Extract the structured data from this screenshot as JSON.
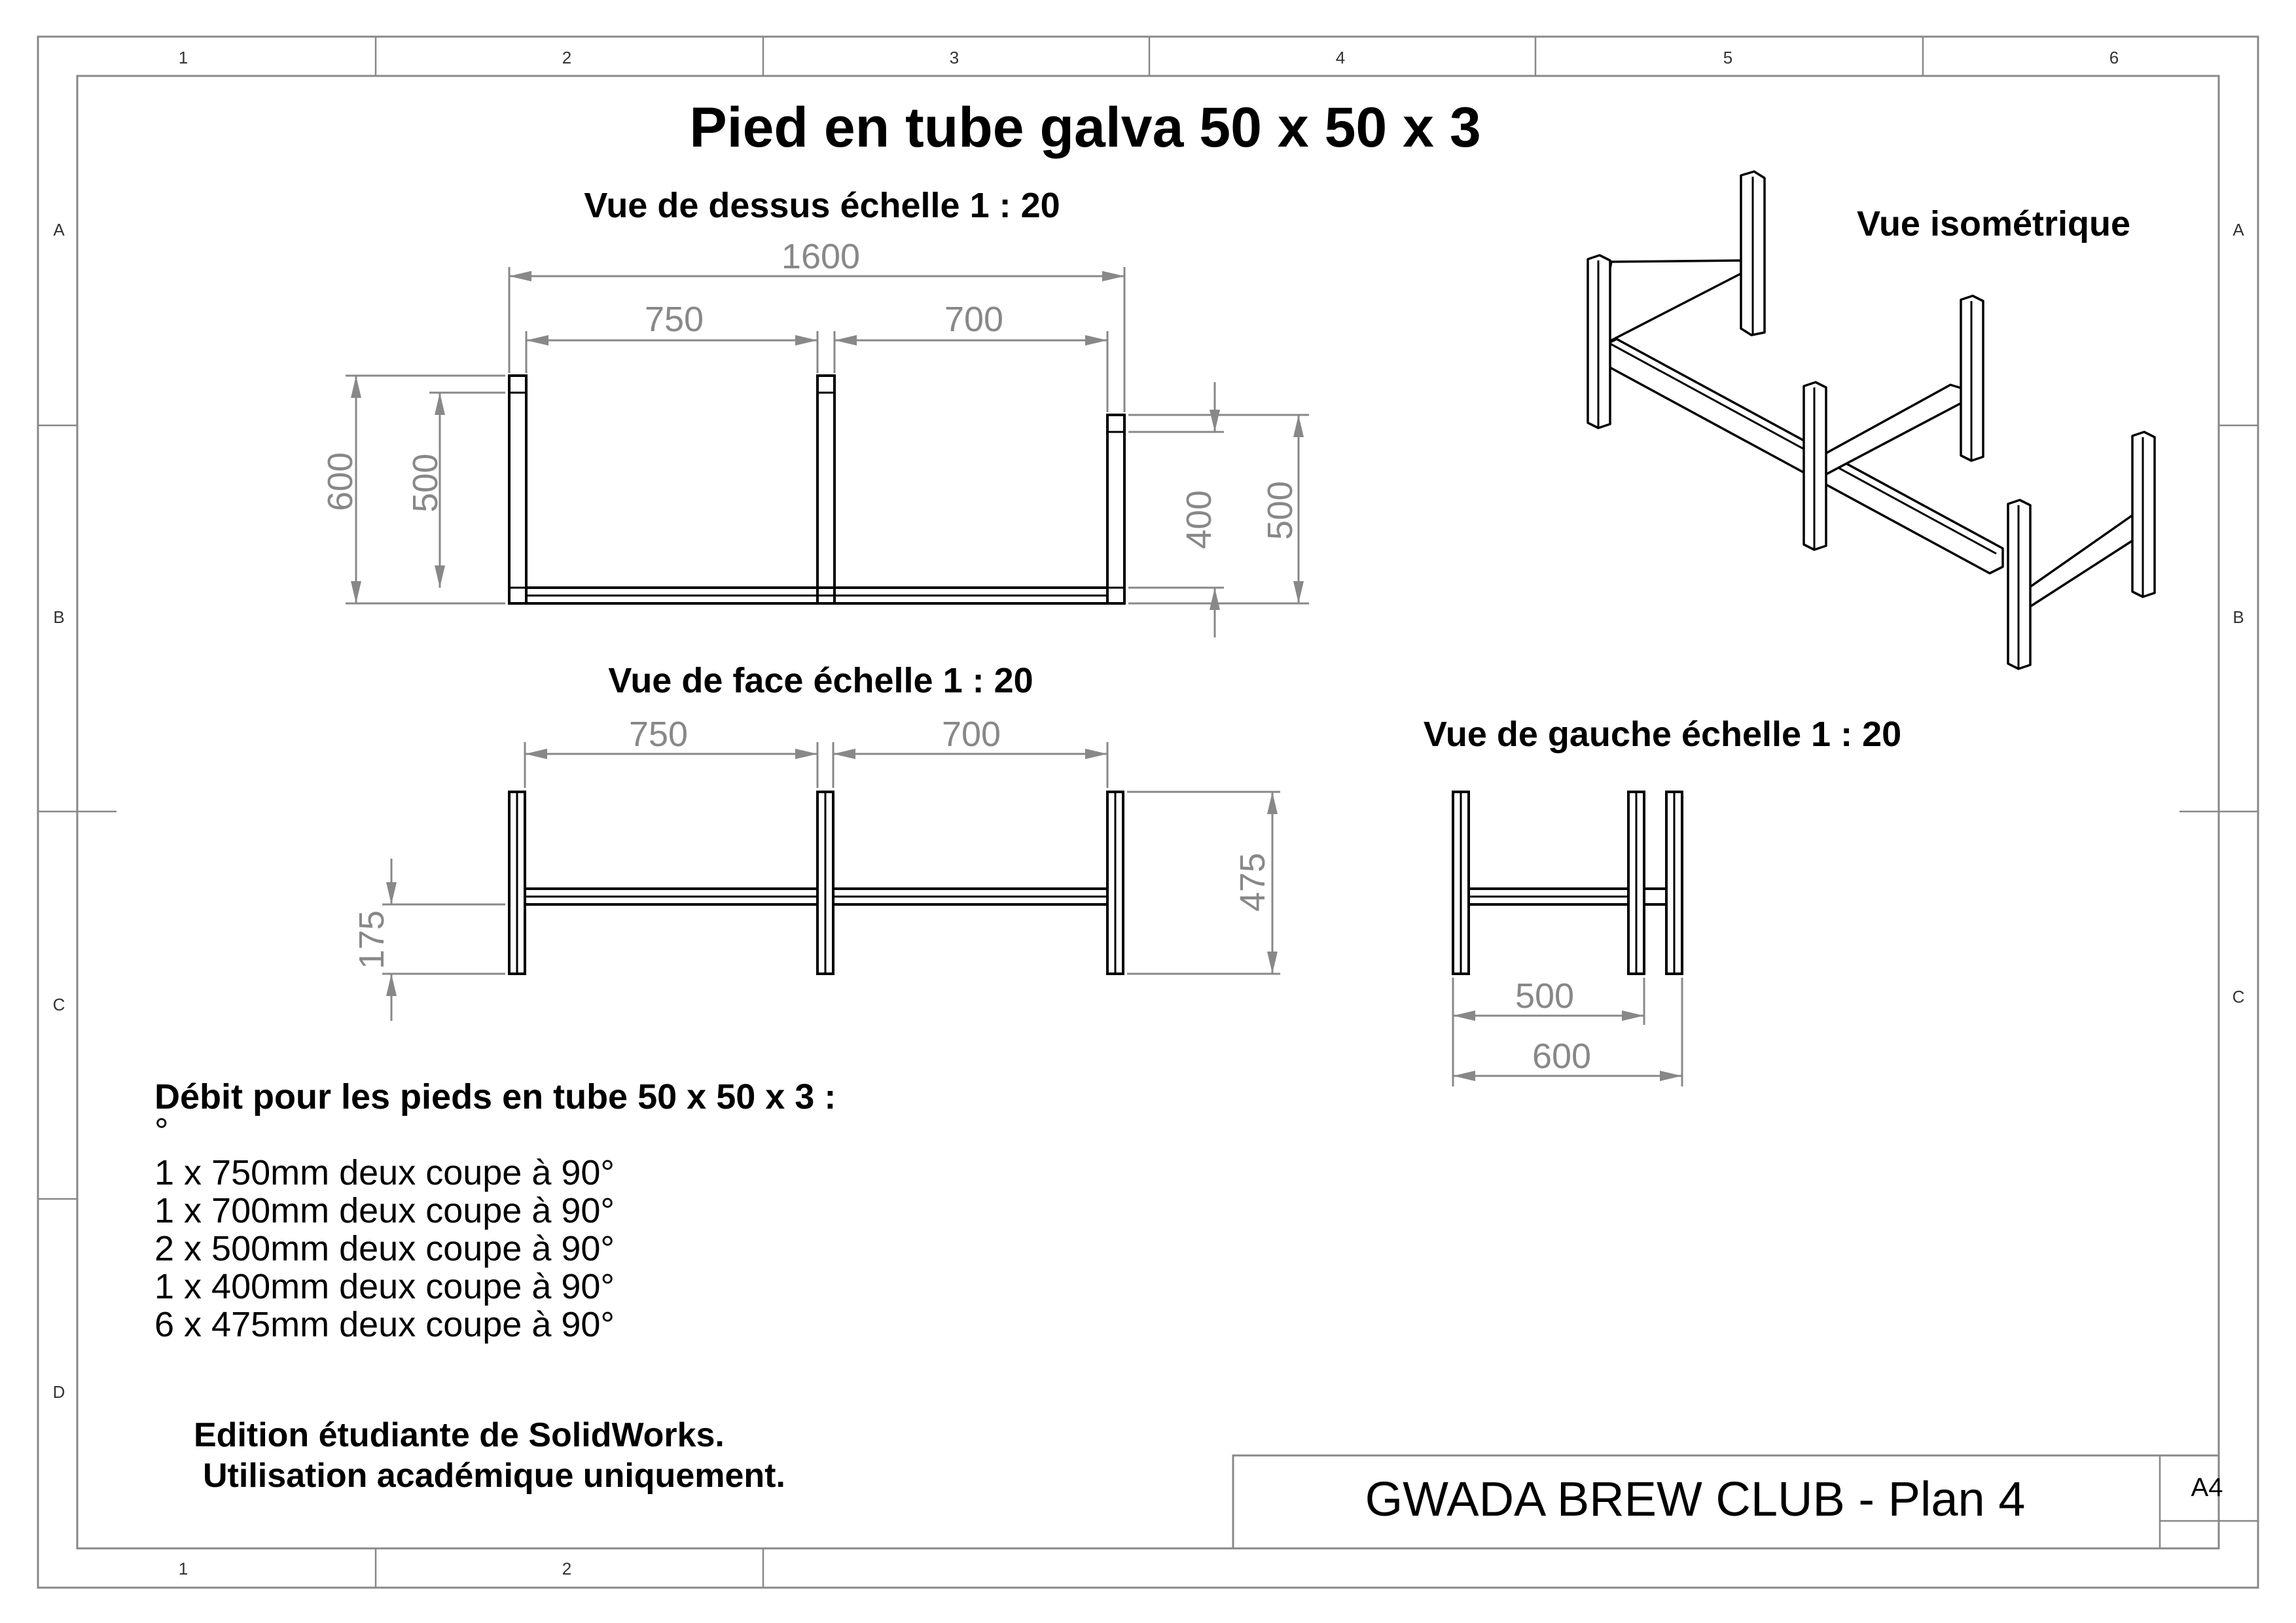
{
  "title": "Pied en tube galva 50 x 50 x 3",
  "views": {
    "top": "Vue de dessus échelle 1 : 20",
    "iso": "Vue isométrique",
    "front": "Vue de face échelle 1 : 20",
    "left": "Vue de gauche échelle 1 : 20"
  },
  "dimensions": {
    "top_overall": "1600",
    "top_span_1": "750",
    "top_span_2": "700",
    "top_height_1": "600",
    "top_height_2": "500",
    "top_height_3": "400",
    "top_height_4": "500",
    "front_span_1": "750",
    "front_span_2": "700",
    "front_height": "475",
    "front_rail": "175",
    "left_inner": "500",
    "left_outer": "600"
  },
  "cut_list": {
    "heading": "Débit pour les pieds en tube 50 x 50 x 3 :",
    "bullet": "°",
    "items": [
      "1 x 750mm deux coupe à 90°",
      "1 x 700mm deux coupe à 90°",
      "2 x 500mm deux coupe à 90°",
      "1 x 400mm deux coupe à 90°",
      "6 x 475mm deux coupe à 90°"
    ]
  },
  "watermark": {
    "line1": "Edition étudiante de SolidWorks.",
    "line2": "Utilisation académique uniquement."
  },
  "title_block": {
    "name": "GWADA BREW CLUB - Plan 4",
    "format": "A4"
  },
  "zones": {
    "columns": [
      "1",
      "2",
      "3",
      "4",
      "5",
      "6"
    ],
    "bottom_columns": [
      "1",
      "2"
    ],
    "rows": [
      "A",
      "B",
      "C",
      "D"
    ]
  }
}
